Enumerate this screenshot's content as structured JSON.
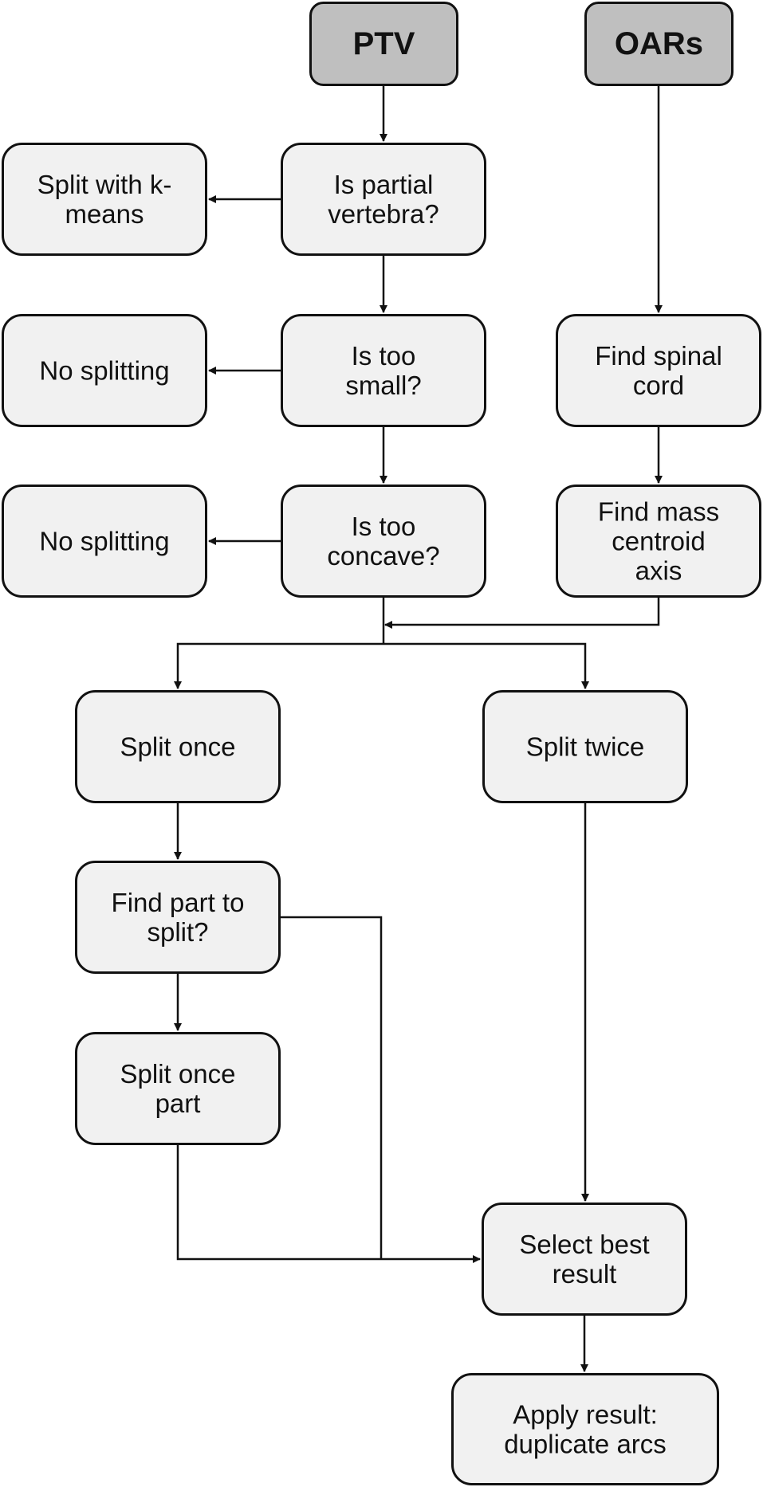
{
  "diagram": {
    "colors": {
      "input_fill": "#bfbfbf",
      "step_fill": "#f1f1f1",
      "stroke": "#111111",
      "text": "#111111"
    },
    "nodes": {
      "ptv": {
        "lines": [
          "PTV"
        ]
      },
      "oars": {
        "lines": [
          "OARs"
        ]
      },
      "is_partial_vertebra": {
        "lines": [
          "Is partial",
          "vertebra?"
        ]
      },
      "split_kmeans": {
        "lines": [
          "Split with k-",
          "means"
        ]
      },
      "is_too_small": {
        "lines": [
          "Is too",
          "small?"
        ]
      },
      "no_splitting_1": {
        "lines": [
          "No splitting"
        ]
      },
      "is_too_concave": {
        "lines": [
          "Is too",
          "concave?"
        ]
      },
      "no_splitting_2": {
        "lines": [
          "No splitting"
        ]
      },
      "find_spinal_cord": {
        "lines": [
          "Find spinal",
          "cord"
        ]
      },
      "find_mass_centroid": {
        "lines": [
          "Find mass",
          "centroid",
          "axis"
        ]
      },
      "split_once": {
        "lines": [
          "Split once"
        ]
      },
      "split_twice": {
        "lines": [
          "Split twice"
        ]
      },
      "find_part_to_split": {
        "lines": [
          "Find part to",
          "split?"
        ]
      },
      "split_once_part": {
        "lines": [
          "Split once",
          "part"
        ]
      },
      "select_best_result": {
        "lines": [
          "Select best",
          "result"
        ]
      },
      "apply_result": {
        "lines": [
          "Apply result:",
          "duplicate arcs"
        ]
      }
    }
  }
}
